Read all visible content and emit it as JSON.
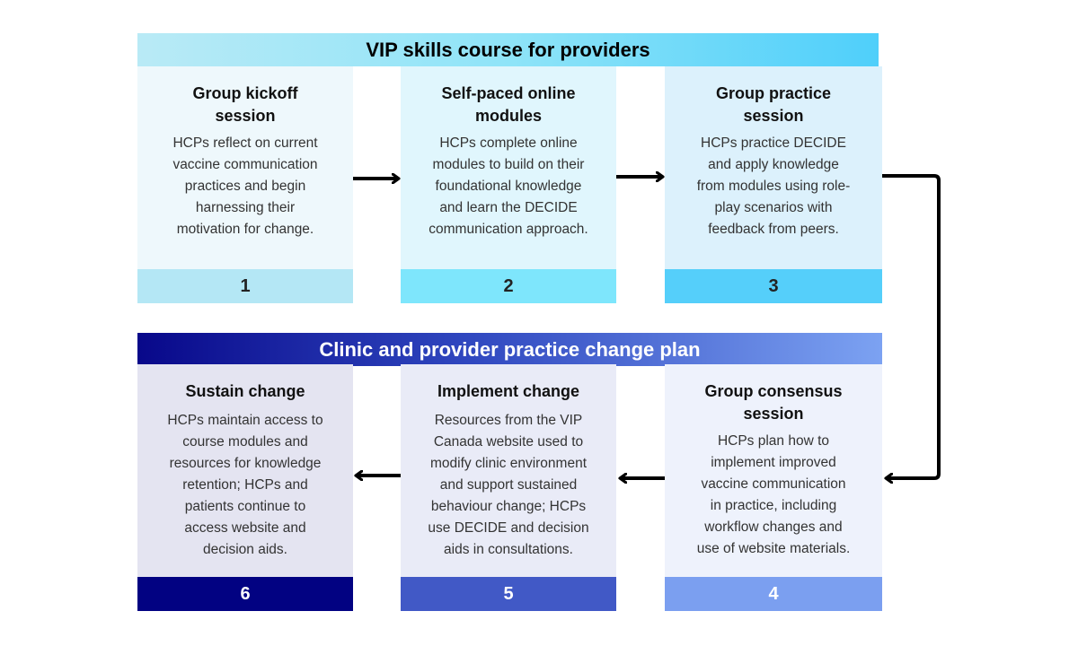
{
  "top_section": {
    "title": "VIP skills course for providers",
    "steps": [
      {
        "number": "1",
        "title": [
          "Group kickoff",
          "session"
        ],
        "desc": [
          "HCPs reflect on current",
          "vaccine communication",
          "practices and begin",
          "harnessing their",
          "motivation for change."
        ],
        "body_color": "#eef8fc",
        "num_color": "#b4e7f5"
      },
      {
        "number": "2",
        "title": [
          "Self-paced online",
          "modules"
        ],
        "desc": [
          "HCPs complete online",
          "modules to build on their",
          "foundational knowledge",
          "and learn the DECIDE",
          "communication approach."
        ],
        "body_color": "#e0f6fd",
        "num_color": "#7ee6fc"
      },
      {
        "number": "3",
        "title": [
          "Group practice",
          "session"
        ],
        "desc": [
          "HCPs practice DECIDE",
          "and apply knowledge",
          "from modules using role-",
          "play scenarios with",
          "feedback from peers."
        ],
        "body_color": "#dcf1fc",
        "num_color": "#55cffa"
      }
    ]
  },
  "bottom_section": {
    "title": "Clinic and provider practice change plan",
    "steps": [
      {
        "number": "6",
        "title": [
          "Sustain change"
        ],
        "desc": [
          "HCPs maintain access to",
          "course modules and",
          "resources for knowledge",
          "retention; HCPs and",
          "patients continue to",
          "access website and",
          "decision aids."
        ],
        "body_color": "#e4e4f1",
        "num_color": "#020282"
      },
      {
        "number": "5",
        "title": [
          "Implement change"
        ],
        "desc": [
          "Resources from the VIP",
          "Canada website used to",
          "modify clinic environment",
          "and support sustained",
          "behaviour change; HCPs",
          "use DECIDE and decision",
          "aids in consultations."
        ],
        "body_color": "#e9ebf7",
        "num_color": "#4159c6"
      },
      {
        "number": "4",
        "title": [
          "Group consensus",
          "session"
        ],
        "desc": [
          "HCPs plan how to",
          "implement improved",
          "vaccine communication",
          "in practice, including",
          "workflow changes and",
          "use of website materials."
        ],
        "body_color": "#eef2fc",
        "num_color": "#7b9ff0"
      }
    ]
  }
}
